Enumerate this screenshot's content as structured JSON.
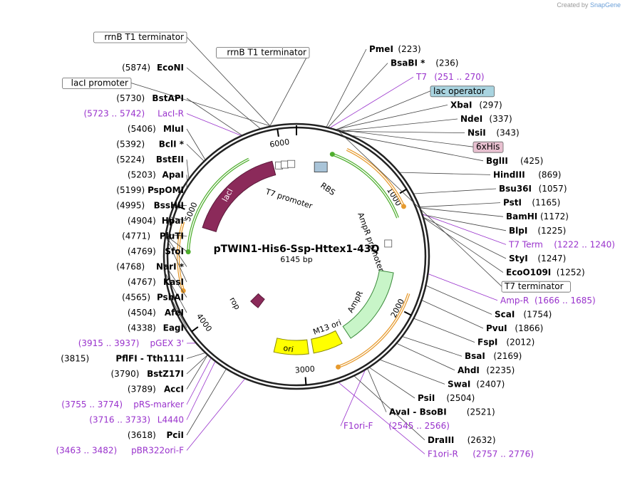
{
  "watermark": {
    "prefix": "Created by",
    "brand": "SnapGene"
  },
  "plasmid": {
    "name": "pTWIN1-His6-Ssp-Httex1-43Q",
    "size": "6145 bp"
  },
  "ticks": [
    "1000",
    "2000",
    "3000",
    "4000",
    "5000",
    "6000"
  ],
  "inner_labels": {
    "lacI": "lacI",
    "rop": "rop",
    "ori": "ori",
    "m13": "M13 ori",
    "ampr": "AmpR",
    "ampr_promoter": "AmpR promoter",
    "t7_promoter": "T7 promoter",
    "rbs": "RBS"
  },
  "right_labels": [
    {
      "name": "PmeI",
      "pos": "(223)",
      "kind": "enzyme"
    },
    {
      "name": "BsaBI *",
      "pos": "(236)",
      "kind": "enzyme"
    },
    {
      "name": "T7",
      "pos": "(251 .. 270)",
      "kind": "primer"
    },
    {
      "name": "lac operator",
      "pos": "",
      "kind": "feature-blue"
    },
    {
      "name": "XbaI",
      "pos": "(297)",
      "kind": "enzyme"
    },
    {
      "name": "NdeI",
      "pos": "(337)",
      "kind": "enzyme"
    },
    {
      "name": "NsiI",
      "pos": "(343)",
      "kind": "enzyme"
    },
    {
      "name": "6xHis",
      "pos": "",
      "kind": "feature-pink"
    },
    {
      "name": "BglII",
      "pos": "(425)",
      "kind": "enzyme"
    },
    {
      "name": "HindIII",
      "pos": "(869)",
      "kind": "enzyme"
    },
    {
      "name": "Bsu36I",
      "pos": "(1057)",
      "kind": "enzyme"
    },
    {
      "name": "PstI",
      "pos": "(1165)",
      "kind": "enzyme"
    },
    {
      "name": "BamHI",
      "pos": "(1172)",
      "kind": "enzyme"
    },
    {
      "name": "BlpI",
      "pos": "(1225)",
      "kind": "enzyme"
    },
    {
      "name": "T7 Term",
      "pos": "(1222 .. 1240)",
      "kind": "primer"
    },
    {
      "name": "StyI",
      "pos": "(1247)",
      "kind": "enzyme"
    },
    {
      "name": "EcoO109I",
      "pos": "(1252)",
      "kind": "enzyme"
    },
    {
      "name": "T7 terminator",
      "pos": "",
      "kind": "feature-white"
    },
    {
      "name": "Amp-R",
      "pos": "(1666 .. 1685)",
      "kind": "primer"
    },
    {
      "name": "ScaI",
      "pos": "(1754)",
      "kind": "enzyme"
    },
    {
      "name": "PvuI",
      "pos": "(1866)",
      "kind": "enzyme"
    },
    {
      "name": "FspI",
      "pos": "(2012)",
      "kind": "enzyme"
    },
    {
      "name": "BsaI",
      "pos": "(2169)",
      "kind": "enzyme"
    },
    {
      "name": "AhdI",
      "pos": "(2235)",
      "kind": "enzyme"
    },
    {
      "name": "SwaI",
      "pos": "(2407)",
      "kind": "enzyme"
    },
    {
      "name": "PsiI",
      "pos": "(2504)",
      "kind": "enzyme"
    },
    {
      "name": "AvaI  - BsoBI",
      "pos": "(2521)",
      "kind": "enzyme"
    },
    {
      "name": "F1ori-F",
      "pos": "(2545 .. 2566)",
      "kind": "primer"
    },
    {
      "name": "DraIII",
      "pos": "(2632)",
      "kind": "enzyme"
    },
    {
      "name": "F1ori-R",
      "pos": "(2757 .. 2776)",
      "kind": "primer"
    }
  ],
  "left_labels": [
    {
      "name": "rrnB T1 terminator",
      "pos": "",
      "kind": "feature-white"
    },
    {
      "name": "rrnB T1 terminator",
      "pos": "",
      "kind": "feature-white"
    },
    {
      "name": "EcoNI",
      "pos": "(5874)",
      "kind": "enzyme"
    },
    {
      "name": "lacI promoter",
      "pos": "",
      "kind": "feature-white"
    },
    {
      "name": "BstAPI",
      "pos": "(5730)",
      "kind": "enzyme"
    },
    {
      "name": "LacI-R",
      "pos": "(5723 .. 5742)",
      "kind": "primer"
    },
    {
      "name": "MluI",
      "pos": "(5406)",
      "kind": "enzyme"
    },
    {
      "name": "BclI *",
      "pos": "(5392)",
      "kind": "enzyme"
    },
    {
      "name": "BstEII",
      "pos": "(5224)",
      "kind": "enzyme"
    },
    {
      "name": "ApaI",
      "pos": "(5203)",
      "kind": "enzyme"
    },
    {
      "name": "PspOMI",
      "pos": "(5199)",
      "kind": "enzyme"
    },
    {
      "name": "BssHII",
      "pos": "(4995)",
      "kind": "enzyme"
    },
    {
      "name": "HpaI",
      "pos": "(4904)",
      "kind": "enzyme"
    },
    {
      "name": "PluTI",
      "pos": "(4771)",
      "kind": "enzyme"
    },
    {
      "name": "SfoI",
      "pos": "(4769)",
      "kind": "enzyme"
    },
    {
      "name": "NarI *",
      "pos": "(4768)",
      "kind": "enzyme"
    },
    {
      "name": "KasI",
      "pos": "(4767)",
      "kind": "enzyme"
    },
    {
      "name": "PshAI",
      "pos": "(4565)",
      "kind": "enzyme"
    },
    {
      "name": "AfeI",
      "pos": "(4504)",
      "kind": "enzyme"
    },
    {
      "name": "EagI",
      "pos": "(4338)",
      "kind": "enzyme"
    },
    {
      "name": "pGEX 3'",
      "pos": "(3915 .. 3937)",
      "kind": "primer"
    },
    {
      "name": "PflFI  - Tth111I",
      "pos": "(3815)",
      "kind": "enzyme"
    },
    {
      "name": "BstZ17I",
      "pos": "(3790)",
      "kind": "enzyme"
    },
    {
      "name": "AccI",
      "pos": "(3789)",
      "kind": "enzyme"
    },
    {
      "name": "pRS-marker",
      "pos": "(3755 .. 3774)",
      "kind": "primer"
    },
    {
      "name": "L4440",
      "pos": "(3716 .. 3733)",
      "kind": "primer"
    },
    {
      "name": "PciI",
      "pos": "(3618)",
      "kind": "enzyme"
    },
    {
      "name": "pBR322ori-F",
      "pos": "(3463 .. 3482)",
      "kind": "primer"
    }
  ],
  "colors": {
    "lacI": "#8b2a5a",
    "ampr": "#c8f5c8",
    "ori": "#ffff00",
    "rop": "#8b2a5a",
    "orange_arc": "#e69a2e",
    "green_arc": "#4fae2e",
    "primer": "#9932cc",
    "lac_operator_fill": "#a9d4e0",
    "his_fill": "#e8c0d0"
  }
}
